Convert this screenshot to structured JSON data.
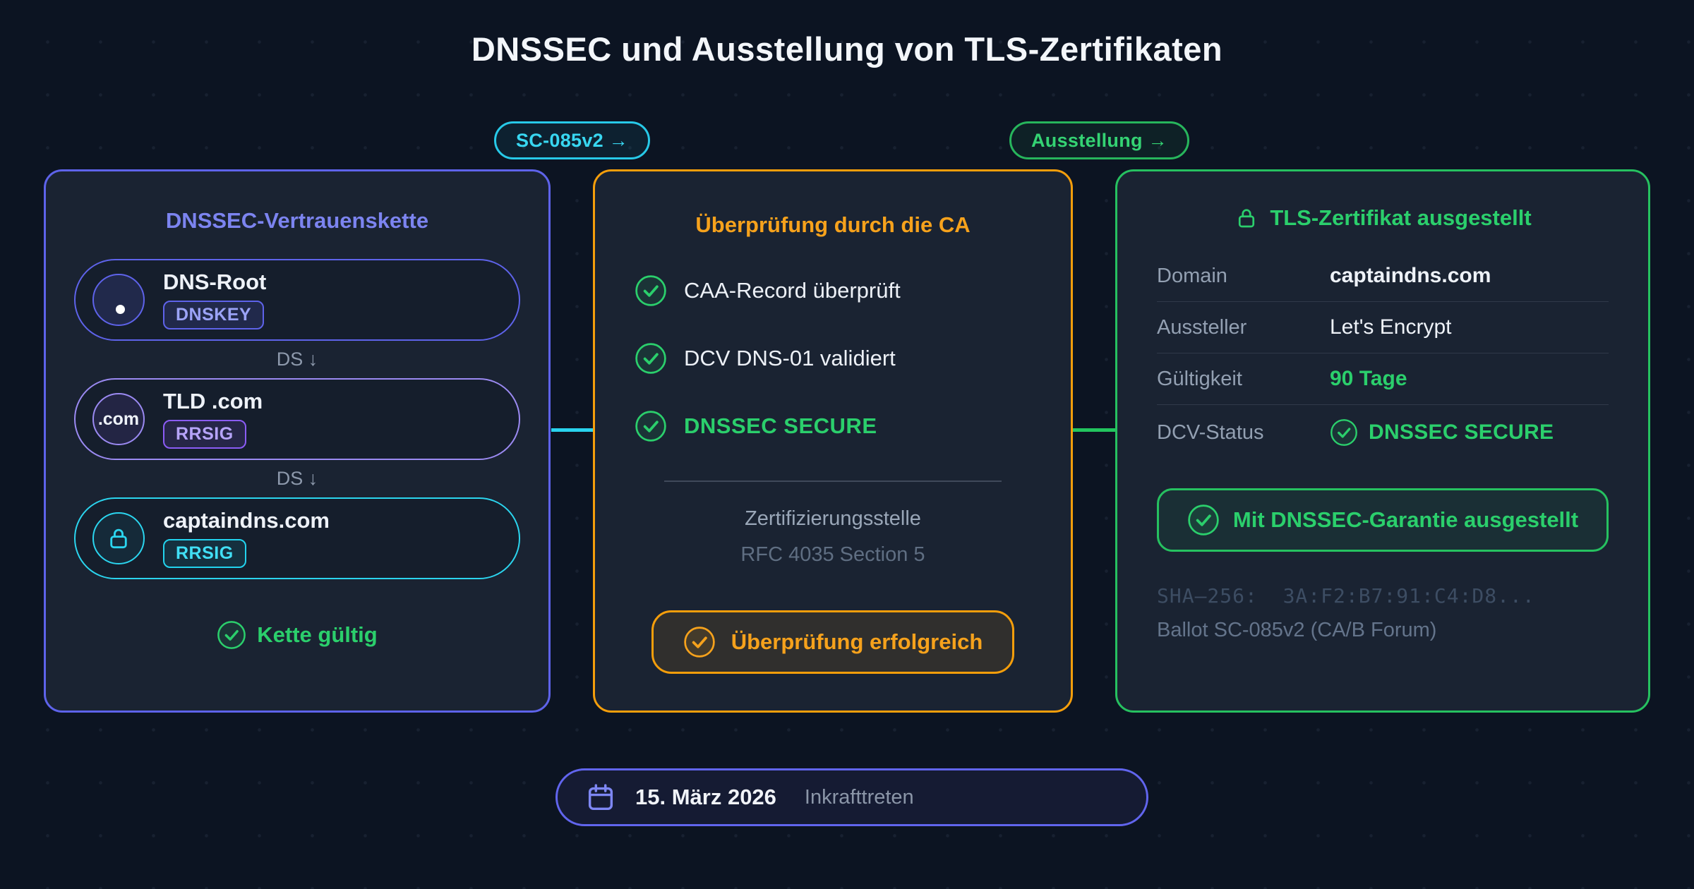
{
  "page": {
    "title": "DNSSEC und Ausstellung von TLS-Zertifikaten"
  },
  "connectors": {
    "left_chip": "SC-085v2 →",
    "right_chip": "Ausstellung →",
    "left_color": "#22d3ee",
    "right_color": "#22c55e"
  },
  "chain": {
    "title": "DNSSEC-Vertrauenskette",
    "ds_label": "DS ↓",
    "nodes": [
      {
        "name": "DNS-Root",
        "badge": "DNSKEY",
        "circle_text": ""
      },
      {
        "name": "TLD .com",
        "badge": "RRSIG",
        "circle_text": ".com"
      },
      {
        "name": "captaindns.com",
        "badge": "RRSIG",
        "circle_text": ""
      }
    ],
    "status": "Kette gültig"
  },
  "ca": {
    "title": "Überprüfung durch die CA",
    "checks": [
      "CAA-Record überprüft",
      "DCV DNS-01 validiert",
      "DNSSEC SECURE"
    ],
    "org": "Zertifizierungsstelle",
    "rfc": "RFC 4035 Section 5",
    "result": "Überprüfung erfolgreich"
  },
  "cert": {
    "title": "TLS-Zertifikat ausgestellt",
    "rows": [
      {
        "label": "Domain",
        "value": "captaindns.com"
      },
      {
        "label": "Aussteller",
        "value": "Let's Encrypt"
      },
      {
        "label": "Gültigkeit",
        "value": "90 Tage"
      },
      {
        "label": "DCV-Status",
        "value": "DNSSEC SECURE"
      }
    ],
    "banner": "Mit DNSSEC-Garantie ausgestellt",
    "sha": "SHA–256:  3A:F2:B7:91:C4:D8...",
    "ballot": "Ballot SC-085v2 (CA/B Forum)"
  },
  "footer": {
    "date": "15. März 2026",
    "label": "Inkrafttreten"
  },
  "colors": {
    "indigo": "#6366f1",
    "violet": "#8b5cf6",
    "cyan": "#22d3ee",
    "orange": "#f59e0b",
    "green": "#22c55e"
  }
}
